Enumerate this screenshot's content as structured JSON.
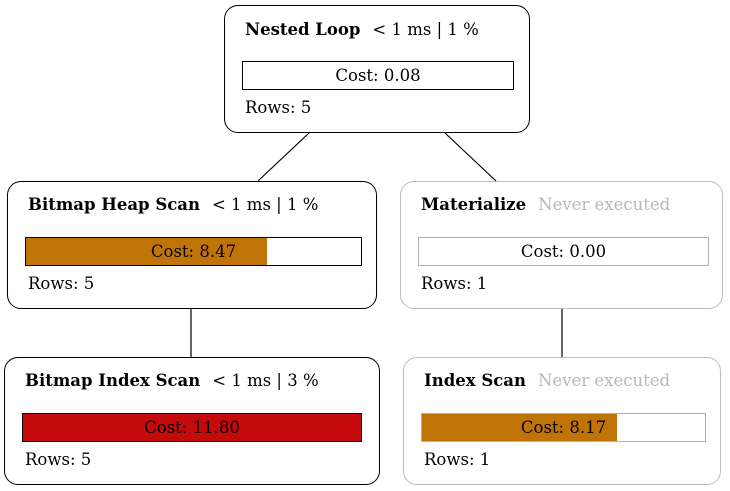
{
  "plan": {
    "nodes": [
      {
        "id": "nested-loop",
        "title": "Nested Loop",
        "timing": "< 1 ms | 1 %",
        "executed": true,
        "cost_text": "Cost: 0.08",
        "cost_fill_fraction": 0.0,
        "cost_fill_color": "#ffffff",
        "rows_text": "Rows: 5"
      },
      {
        "id": "bitmap-heap-scan",
        "title": "Bitmap Heap Scan",
        "timing": "< 1 ms | 1 %",
        "executed": true,
        "cost_text": "Cost: 8.47",
        "cost_fill_fraction": 0.72,
        "cost_fill_color": "#c07408",
        "rows_text": "Rows: 5"
      },
      {
        "id": "materialize",
        "title": "Materialize",
        "timing": "Never executed",
        "executed": false,
        "cost_text": "Cost: 0.00",
        "cost_fill_fraction": 0.0,
        "cost_fill_color": "#ffffff",
        "rows_text": "Rows: 1"
      },
      {
        "id": "bitmap-index-scan",
        "title": "Bitmap Index Scan",
        "timing": "< 1 ms | 3 %",
        "executed": true,
        "cost_text": "Cost: 11.80",
        "cost_fill_fraction": 1.0,
        "cost_fill_color": "#c40a0a",
        "rows_text": "Rows: 5"
      },
      {
        "id": "index-scan",
        "title": "Index Scan",
        "timing": "Never executed",
        "executed": false,
        "cost_text": "Cost: 8.17",
        "cost_fill_fraction": 0.69,
        "cost_fill_color": "#c07408",
        "rows_text": "Rows: 1"
      }
    ],
    "edges": [
      {
        "from": "nested-loop",
        "to": "bitmap-heap-scan"
      },
      {
        "from": "nested-loop",
        "to": "materialize"
      },
      {
        "from": "bitmap-heap-scan",
        "to": "bitmap-index-scan"
      },
      {
        "from": "materialize",
        "to": "index-scan"
      }
    ]
  }
}
